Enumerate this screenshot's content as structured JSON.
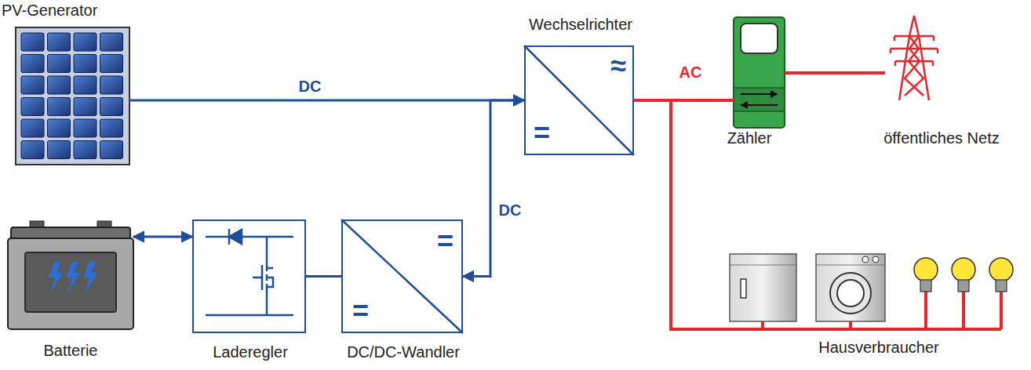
{
  "diagram": {
    "nodes": [
      {
        "text": [
          "PV-Generator"
        ]
      },
      {
        "text": [
          "Wechselrichter",
          "≈",
          "="
        ]
      },
      {
        "text": [
          "Zähler"
        ]
      },
      {
        "text": [
          "öffentliches Netz"
        ]
      },
      {
        "text": [
          "Batterie"
        ]
      },
      {
        "text": [
          "Laderegler"
        ]
      },
      {
        "text": [
          "DC/DC-Wandler",
          "=",
          "="
        ]
      },
      {
        "text": [
          "Hausverbraucher"
        ]
      }
    ],
    "edges": [
      {
        "from": 0,
        "to": 1,
        "arrow": "to",
        "label": "DC"
      },
      {
        "from": 6,
        "to": 1,
        "arrow": "both",
        "label": "DC"
      },
      {
        "from": 4,
        "to": 5,
        "arrow": "both"
      },
      {
        "from": 5,
        "to": 6,
        "arrow": "none"
      },
      {
        "from": 1,
        "to": 2,
        "arrow": "none",
        "label": "AC"
      },
      {
        "from": 2,
        "to": 3,
        "arrow": "none"
      },
      {
        "from": 1,
        "to": 7,
        "arrow": "none"
      }
    ]
  }
}
